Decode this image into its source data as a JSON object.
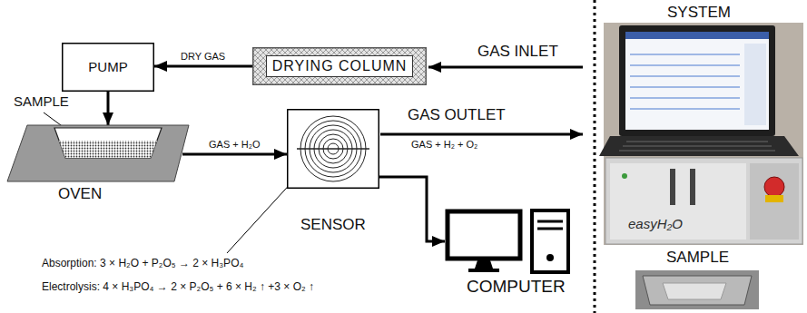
{
  "diagram": {
    "nodes": [
      {
        "text": [
          "PUMP"
        ]
      },
      {
        "text": [
          "DRYING COLUMN"
        ]
      },
      {
        "text": [
          "OVEN"
        ]
      },
      {
        "text": [
          "SENSOR"
        ]
      },
      {
        "text": [
          "COMPUTER"
        ]
      }
    ],
    "edges": [
      {
        "from": 1,
        "to": 0,
        "label": "DRY GAS",
        "arrow": "to"
      },
      {
        "from": 0,
        "to": 2,
        "arrow": "to"
      },
      {
        "from": 2,
        "to": 3,
        "label": "GAS + H₂O",
        "arrow": "to"
      },
      {
        "from": 3,
        "to": 4,
        "arrow": "to"
      }
    ],
    "labels": [
      "GAS INLET",
      "SAMPLE",
      "GAS OUTLET",
      "GAS + H₂ + O₂",
      "Absorption: 3 × H₂O + P₂O₅ → 2 × H₃PO₄",
      "Electrolysis: 4 × H₃PO₄ → 2 × P₂O₅ + 6 × H₂ ↑ +3 × O₂ ↑",
      "SYSTEM",
      "easyH₂O",
      "SAMPLE"
    ]
  }
}
